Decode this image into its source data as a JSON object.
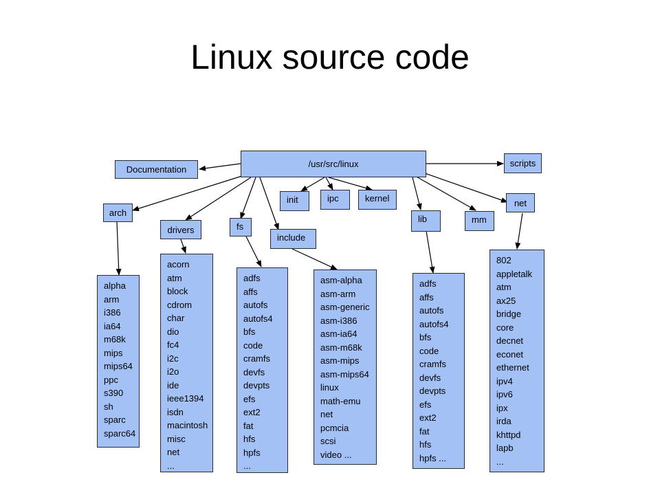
{
  "title": "Linux source code",
  "root": "/usr/src/linux",
  "nodes": {
    "documentation": "Documentation",
    "scripts": "scripts",
    "arch": "arch",
    "drivers": "drivers",
    "fs": "fs",
    "include": "include",
    "init": "init",
    "ipc": "ipc",
    "kernel": "kernel",
    "lib": "lib",
    "mm": "mm",
    "net": "net"
  },
  "lists": {
    "arch": [
      "alpha",
      "arm",
      "i386",
      "ia64",
      "m68k",
      "mips",
      "mips64",
      "ppc",
      "s390",
      "sh",
      "sparc",
      "sparc64"
    ],
    "drivers": [
      "acorn",
      "atm",
      "block",
      "cdrom",
      "char",
      "dio",
      "fc4",
      "i2c",
      "i2o",
      "ide",
      "ieee1394",
      "isdn",
      "macintosh",
      "misc",
      "net",
      "..."
    ],
    "fs": [
      "adfs",
      "affs",
      "autofs",
      "autofs4",
      "bfs",
      "code",
      "cramfs",
      "devfs",
      "devpts",
      "efs",
      "ext2",
      "fat",
      "hfs",
      "hpfs",
      "..."
    ],
    "include": [
      "asm-alpha",
      "asm-arm",
      "asm-generic",
      "asm-i386",
      "asm-ia64",
      "asm-m68k",
      "asm-mips",
      "asm-mips64",
      "linux",
      "math-emu",
      "net",
      "pcmcia",
      "scsi",
      "video ..."
    ],
    "lib": [
      "adfs",
      "affs",
      "autofs",
      "autofs4",
      "bfs",
      "code",
      "cramfs",
      "devfs",
      "devpts",
      "efs",
      "ext2",
      "fat",
      "hfs",
      "hpfs ..."
    ],
    "net": [
      "802",
      "appletalk",
      "atm",
      "ax25",
      "bridge",
      "core",
      "decnet",
      "econet",
      "ethernet",
      "ipv4",
      "ipv6",
      "ipx",
      "irda",
      "khttpd",
      "lapb",
      "..."
    ]
  }
}
